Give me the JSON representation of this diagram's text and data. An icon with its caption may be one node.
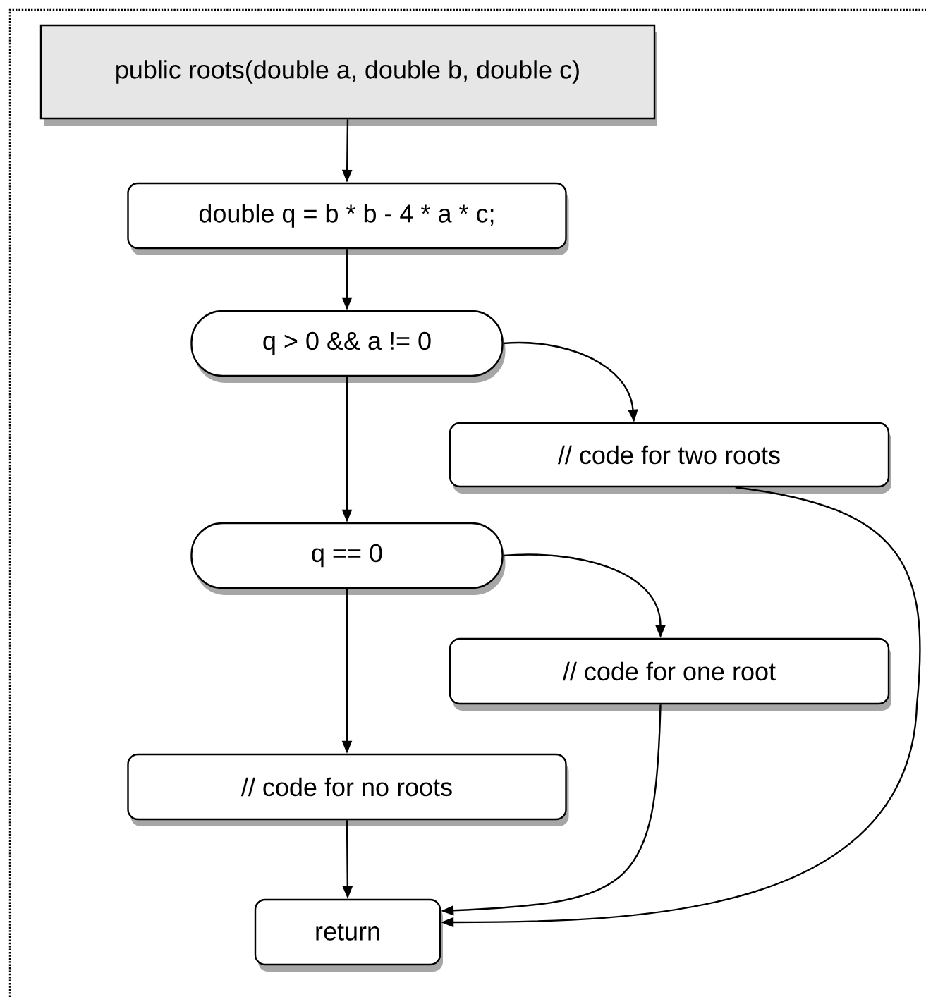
{
  "diagram": {
    "nodes": [
      {
        "text": [
          "public roots(double a, double b, double c)"
        ]
      },
      {
        "text": [
          "double q = b * b - 4 * a * c;"
        ]
      },
      {
        "text": [
          "q > 0 && a != 0"
        ]
      },
      {
        "text": [
          "// code for two roots"
        ]
      },
      {
        "text": [
          "q == 0"
        ]
      },
      {
        "text": [
          "// code for one root"
        ]
      },
      {
        "text": [
          "// code for no roots"
        ]
      },
      {
        "text": [
          "return"
        ]
      }
    ],
    "edges": [
      {
        "from": 0,
        "to": 1,
        "arrow": "to"
      },
      {
        "from": 1,
        "to": 2,
        "arrow": "to"
      },
      {
        "from": 2,
        "to": 3,
        "arrow": "to"
      },
      {
        "from": 2,
        "to": 4,
        "arrow": "to"
      },
      {
        "from": 3,
        "to": 7,
        "arrow": "to"
      },
      {
        "from": 4,
        "to": 5,
        "arrow": "to"
      },
      {
        "from": 4,
        "to": 6,
        "arrow": "to"
      },
      {
        "from": 5,
        "to": 7,
        "arrow": "to"
      },
      {
        "from": 6,
        "to": 7,
        "arrow": "to"
      }
    ]
  }
}
